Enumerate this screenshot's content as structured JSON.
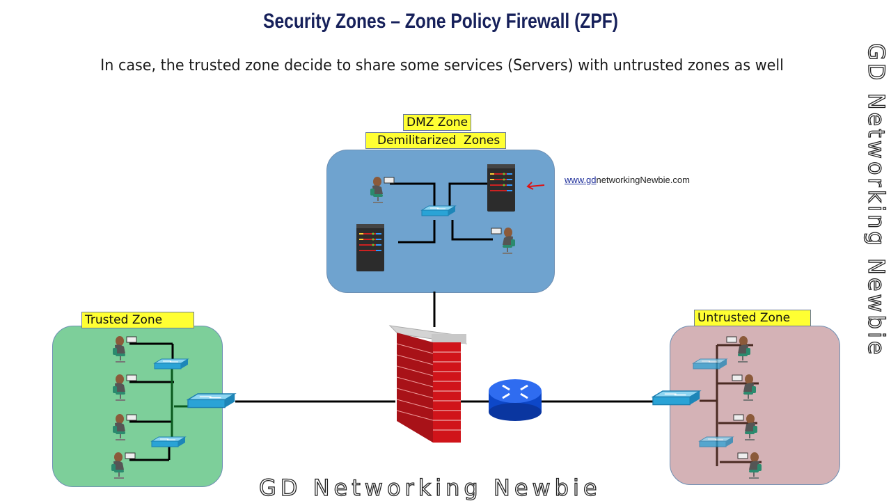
{
  "slide": {
    "title": "Security Zones – Zone Policy Firewall (ZPF)",
    "subtitle": "In case, the trusted zone decide to share some services (Servers) with untrusted zones as well"
  },
  "zones": {
    "dmz": {
      "label": "DMZ Zone",
      "sublabel": "Demilitarized  Zones",
      "color": "#6fa3cf",
      "devices": [
        "user-laptop",
        "server",
        "switch",
        "server",
        "user-laptop"
      ]
    },
    "trusted": {
      "label": "Trusted Zone",
      "color": "#7dcf9a",
      "devices": [
        "user-laptop",
        "user-laptop",
        "user-laptop",
        "user-laptop",
        "switch",
        "switch",
        "switch"
      ]
    },
    "untrusted": {
      "label": "Untrusted Zone",
      "color": "#d4b2b6",
      "devices": [
        "user-laptop",
        "user-laptop",
        "user-laptop",
        "user-laptop",
        "switch",
        "switch",
        "switch"
      ]
    }
  },
  "core": {
    "firewall_icon": "brick-firewall-icon",
    "router_icon": "router-icon"
  },
  "website": {
    "underlined": "www.gd",
    "rest": "networkingNewbie.com"
  },
  "watermark": {
    "bottom": "GD Networking Newbie",
    "side": "GD Networking Newbie"
  },
  "colors": {
    "title": "#16205a",
    "label_bg": "#ffff33",
    "switch": "#2aa3d6",
    "router": "#1a5fe0",
    "firewall": "#c0141a"
  }
}
